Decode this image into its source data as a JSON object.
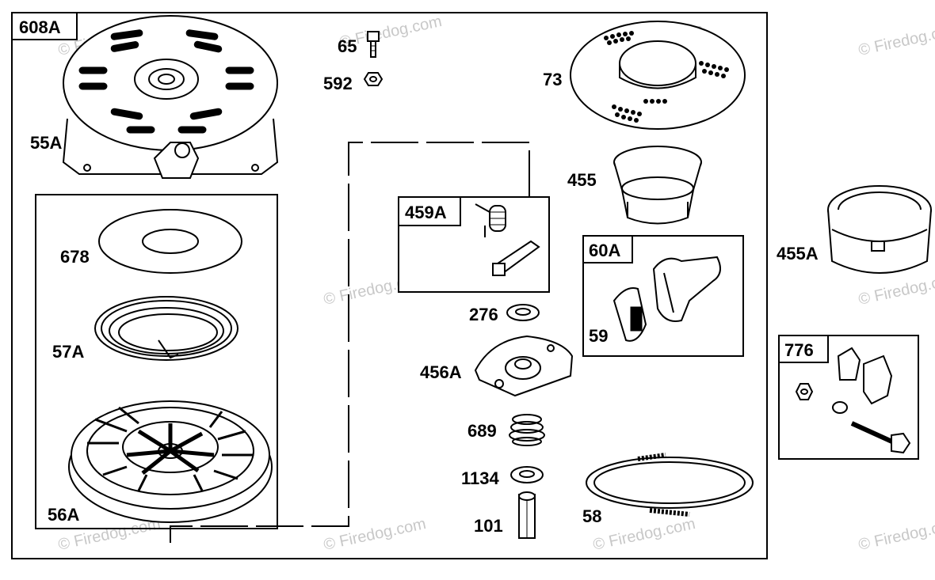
{
  "watermark": "© Firedog.com",
  "parts": {
    "p608A": "608A",
    "p55A": "55A",
    "p678": "678",
    "p57A": "57A",
    "p56A": "56A",
    "p65": "65",
    "p592": "592",
    "p459A": "459A",
    "p276": "276",
    "p456A": "456A",
    "p689": "689",
    "p1134": "1134",
    "p101": "101",
    "p73": "73",
    "p455": "455",
    "p60A": "60A",
    "p59": "59",
    "p58": "58",
    "p455A": "455A",
    "p776": "776"
  },
  "colors": {
    "line": "#000000",
    "background": "#ffffff",
    "watermark": "#c8c8c8"
  }
}
